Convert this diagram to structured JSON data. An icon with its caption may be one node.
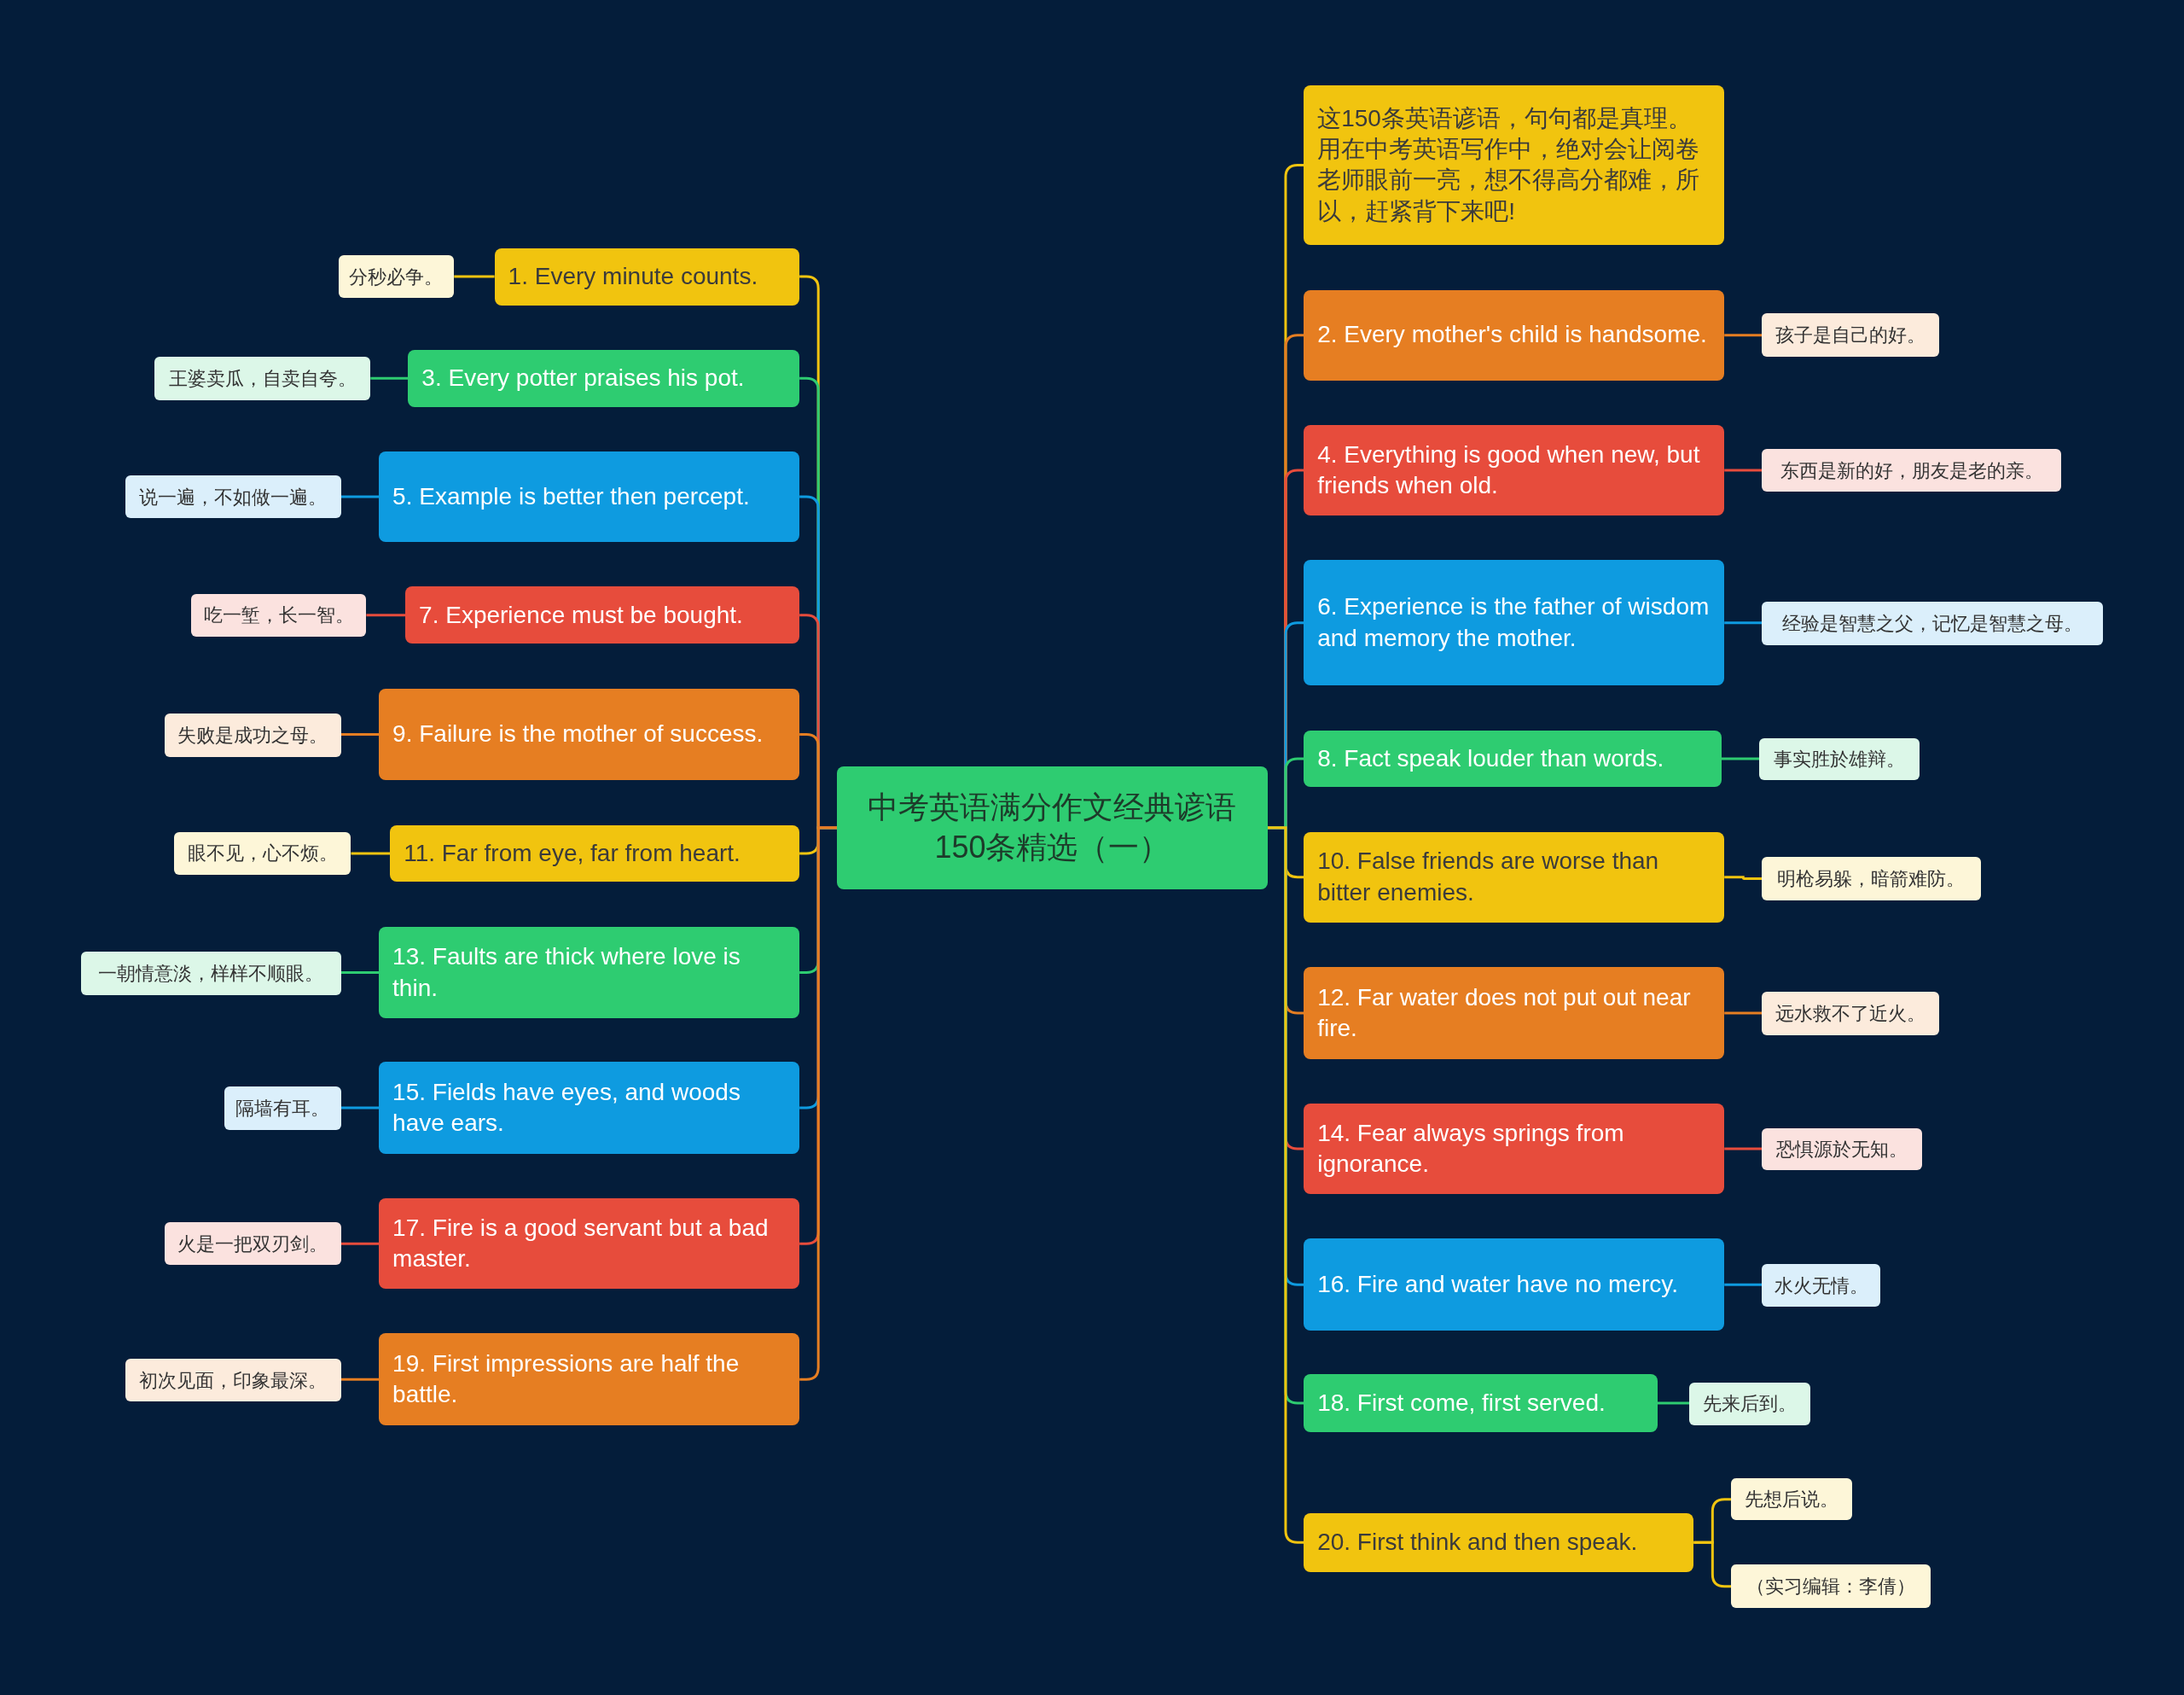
{
  "diagram": {
    "nodes": [
      {
        "text": [
          "中考英语满分作文经典谚语150条精选（一）"
        ]
      },
      {
        "text": [
          "1. Every minute counts."
        ]
      },
      {
        "text": [
          "分秒必争。"
        ]
      },
      {
        "text": [
          "3. Every potter praises his pot."
        ]
      },
      {
        "text": [
          "王婆卖瓜，自卖自夸。"
        ]
      },
      {
        "text": [
          "5. Example is better then percept."
        ]
      },
      {
        "text": [
          "说一遍，不如做一遍。"
        ]
      },
      {
        "text": [
          "7. Experience must be bought."
        ]
      },
      {
        "text": [
          "吃一堑，长一智。"
        ]
      },
      {
        "text": [
          "9. Failure is the mother of success."
        ]
      },
      {
        "text": [
          "失败是成功之母。"
        ]
      },
      {
        "text": [
          "11. Far from eye, far from heart."
        ]
      },
      {
        "text": [
          "眼不见，心不烦。"
        ]
      },
      {
        "text": [
          "13. Faults are thick where love is thin."
        ]
      },
      {
        "text": [
          "一朝情意淡，样样不顺眼。"
        ]
      },
      {
        "text": [
          "15. Fields have eyes, and woods have ears."
        ]
      },
      {
        "text": [
          "隔墙有耳。"
        ]
      },
      {
        "text": [
          "17. Fire is a good servant but a bad master."
        ]
      },
      {
        "text": [
          "火是一把双刃剑。"
        ]
      },
      {
        "text": [
          "19. First impressions are half the battle."
        ]
      },
      {
        "text": [
          "初次见面，印象最深。"
        ]
      },
      {
        "text": [
          "这150条英语谚语，句句都是真理。用在中考英语写作中，绝对会让阅卷老师眼前一亮，想不得高分都难，所以，赶紧背下来吧!"
        ]
      },
      {
        "text": [
          "2. Every mother's child is handsome."
        ]
      },
      {
        "text": [
          "孩子是自己的好。"
        ]
      },
      {
        "text": [
          "4. Everything is good when new, but friends when old."
        ]
      },
      {
        "text": [
          "东西是新的好，朋友是老的亲。"
        ]
      },
      {
        "text": [
          "6. Experience is the father of wisdom and memory the mother."
        ]
      },
      {
        "text": [
          "经验是智慧之父，记忆是智慧之母。"
        ]
      },
      {
        "text": [
          "8. Fact speak louder than words."
        ]
      },
      {
        "text": [
          "事实胜於雄辩。"
        ]
      },
      {
        "text": [
          "10. False friends are worse than bitter enemies."
        ]
      },
      {
        "text": [
          "明枪易躲，暗箭难防。"
        ]
      },
      {
        "text": [
          "12. Far water does not put out near fire."
        ]
      },
      {
        "text": [
          "远水救不了近火。"
        ]
      },
      {
        "text": [
          "14. Fear always springs from ignorance."
        ]
      },
      {
        "text": [
          "恐惧源於无知。"
        ]
      },
      {
        "text": [
          "16. Fire and water have no mercy."
        ]
      },
      {
        "text": [
          "水火无情。"
        ]
      },
      {
        "text": [
          "18. First come, first served."
        ]
      },
      {
        "text": [
          "先来后到。"
        ]
      },
      {
        "text": [
          "20. First think and then speak."
        ]
      },
      {
        "text": [
          "先想后说。"
        ]
      },
      {
        "text": [
          "（实习编辑：李倩）"
        ]
      }
    ],
    "edges": [
      {
        "from": 0,
        "to": 1,
        "arrow": "none",
        "color": "#f1c40f"
      },
      {
        "from": 1,
        "to": 2,
        "arrow": "none",
        "color": "#f1c40f"
      },
      {
        "from": 0,
        "to": 3,
        "arrow": "none",
        "color": "#2ecc71"
      },
      {
        "from": 3,
        "to": 4,
        "arrow": "none",
        "color": "#2ecc71"
      },
      {
        "from": 0,
        "to": 5,
        "arrow": "none",
        "color": "#0e9be0"
      },
      {
        "from": 5,
        "to": 6,
        "arrow": "none",
        "color": "#0e9be0"
      },
      {
        "from": 0,
        "to": 7,
        "arrow": "none",
        "color": "#e74c3c"
      },
      {
        "from": 7,
        "to": 8,
        "arrow": "none",
        "color": "#e74c3c"
      },
      {
        "from": 0,
        "to": 9,
        "arrow": "none",
        "color": "#e67e22"
      },
      {
        "from": 9,
        "to": 10,
        "arrow": "none",
        "color": "#e67e22"
      },
      {
        "from": 0,
        "to": 11,
        "arrow": "none",
        "color": "#f1c40f"
      },
      {
        "from": 11,
        "to": 12,
        "arrow": "none",
        "color": "#f1c40f"
      },
      {
        "from": 0,
        "to": 13,
        "arrow": "none",
        "color": "#2ecc71"
      },
      {
        "from": 13,
        "to": 14,
        "arrow": "none",
        "color": "#2ecc71"
      },
      {
        "from": 0,
        "to": 15,
        "arrow": "none",
        "color": "#0e9be0"
      },
      {
        "from": 15,
        "to": 16,
        "arrow": "none",
        "color": "#0e9be0"
      },
      {
        "from": 0,
        "to": 17,
        "arrow": "none",
        "color": "#e74c3c"
      },
      {
        "from": 17,
        "to": 18,
        "arrow": "none",
        "color": "#e74c3c"
      },
      {
        "from": 0,
        "to": 19,
        "arrow": "none",
        "color": "#e67e22"
      },
      {
        "from": 19,
        "to": 20,
        "arrow": "none",
        "color": "#e67e22"
      },
      {
        "from": 0,
        "to": 21,
        "arrow": "none",
        "color": "#f1c40f"
      },
      {
        "from": 0,
        "to": 22,
        "arrow": "none",
        "color": "#e67e22"
      },
      {
        "from": 22,
        "to": 23,
        "arrow": "none",
        "color": "#e67e22"
      },
      {
        "from": 0,
        "to": 24,
        "arrow": "none",
        "color": "#e74c3c"
      },
      {
        "from": 24,
        "to": 25,
        "arrow": "none",
        "color": "#e74c3c"
      },
      {
        "from": 0,
        "to": 26,
        "arrow": "none",
        "color": "#0e9be0"
      },
      {
        "from": 26,
        "to": 27,
        "arrow": "none",
        "color": "#0e9be0"
      },
      {
        "from": 0,
        "to": 28,
        "arrow": "none",
        "color": "#2ecc71"
      },
      {
        "from": 28,
        "to": 29,
        "arrow": "none",
        "color": "#2ecc71"
      },
      {
        "from": 0,
        "to": 30,
        "arrow": "none",
        "color": "#f1c40f"
      },
      {
        "from": 30,
        "to": 31,
        "arrow": "none",
        "color": "#f1c40f"
      },
      {
        "from": 0,
        "to": 32,
        "arrow": "none",
        "color": "#e67e22"
      },
      {
        "from": 32,
        "to": 33,
        "arrow": "none",
        "color": "#e67e22"
      },
      {
        "from": 0,
        "to": 34,
        "arrow": "none",
        "color": "#e74c3c"
      },
      {
        "from": 34,
        "to": 35,
        "arrow": "none",
        "color": "#e74c3c"
      },
      {
        "from": 0,
        "to": 36,
        "arrow": "none",
        "color": "#0e9be0"
      },
      {
        "from": 36,
        "to": 37,
        "arrow": "none",
        "color": "#0e9be0"
      },
      {
        "from": 0,
        "to": 38,
        "arrow": "none",
        "color": "#2ecc71"
      },
      {
        "from": 38,
        "to": 39,
        "arrow": "none",
        "color": "#2ecc71"
      },
      {
        "from": 0,
        "to": 40,
        "arrow": "none",
        "color": "#f1c40f"
      },
      {
        "from": 40,
        "to": 41,
        "arrow": "none",
        "color": "#f1c40f"
      },
      {
        "from": 40,
        "to": 42,
        "arrow": "none",
        "color": "#f1c40f"
      }
    ]
  }
}
